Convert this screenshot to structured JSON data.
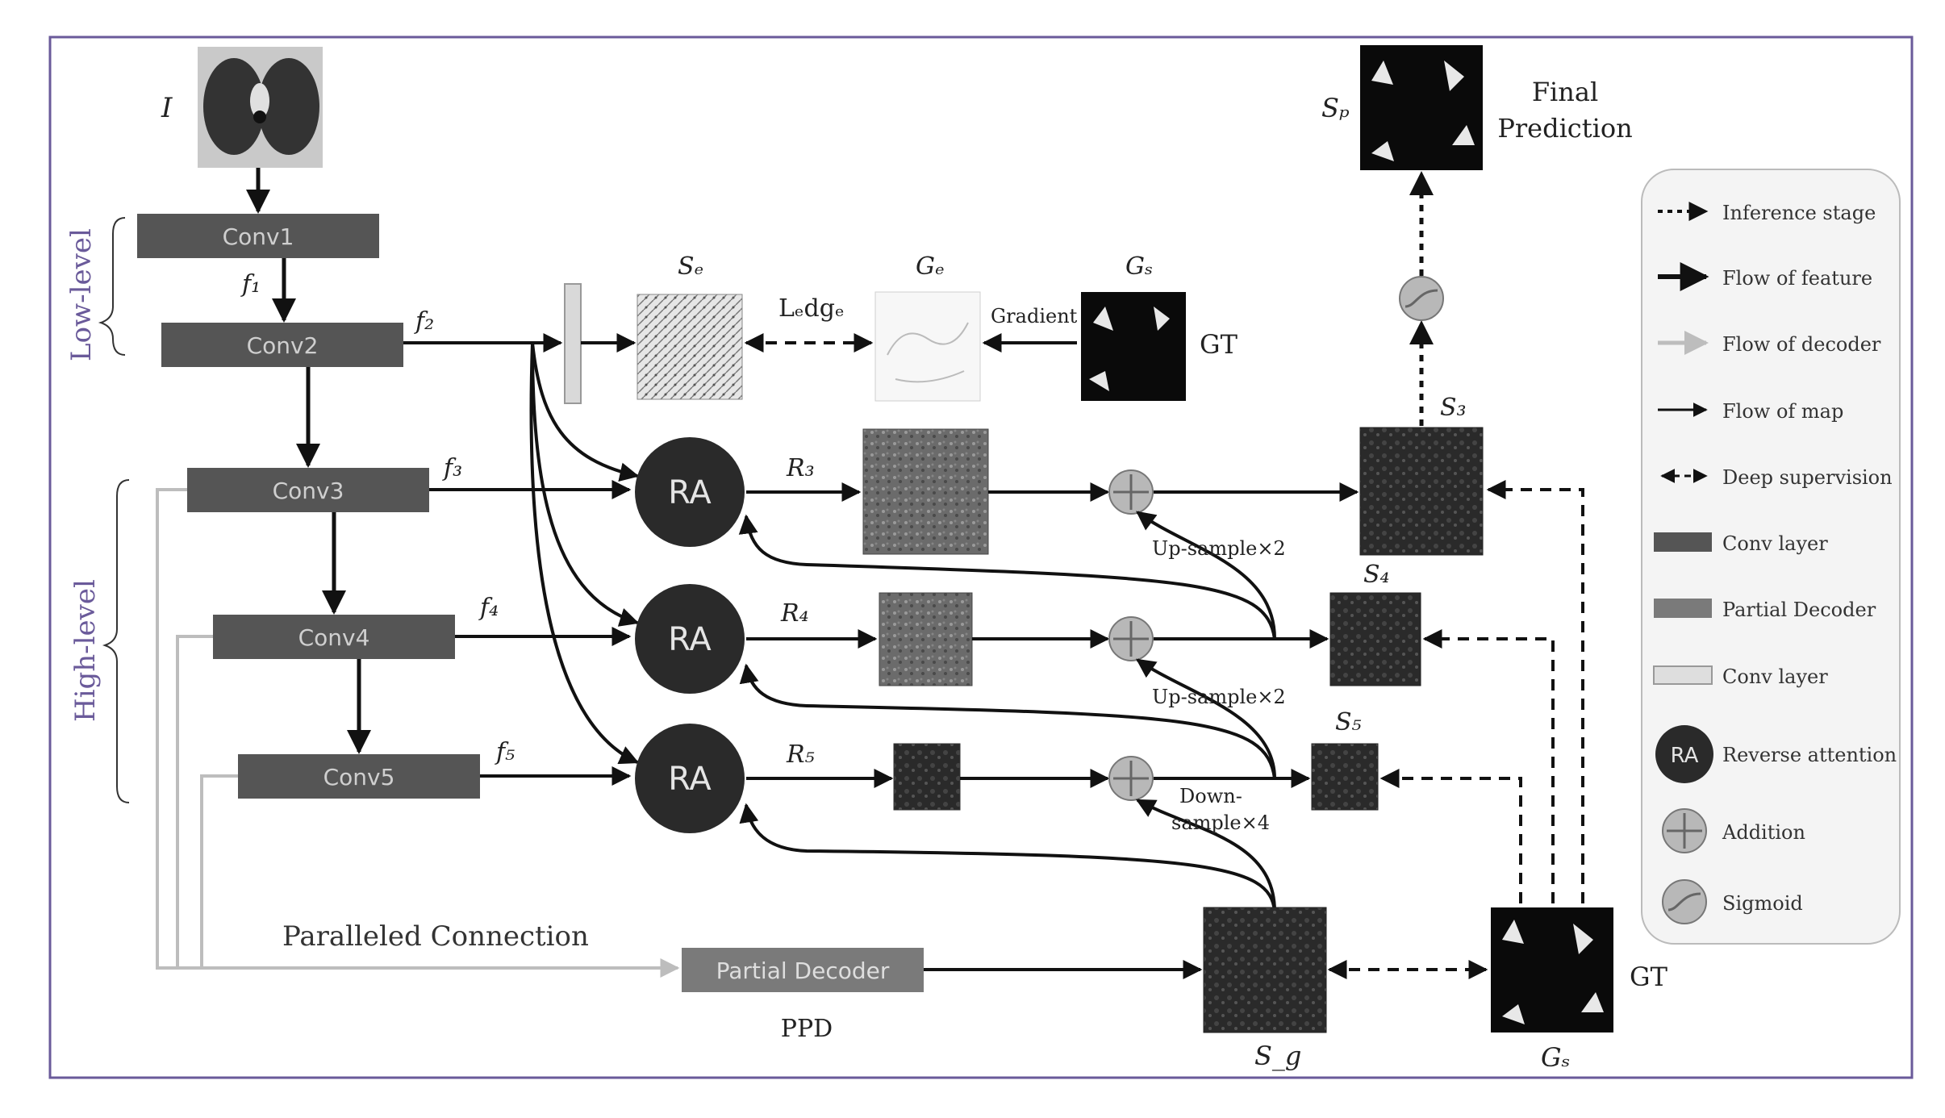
{
  "blocks": {
    "conv1": "Conv1",
    "conv2": "Conv2",
    "conv3": "Conv3",
    "conv4": "Conv4",
    "conv5": "Conv5",
    "partial_decoder": "Partial Decoder",
    "ra": "RA"
  },
  "labels": {
    "input": "I",
    "low_level": "Low-level",
    "high_level": "High-level",
    "f1": "f₁",
    "f2": "f₂",
    "f3": "f₃",
    "f4": "f₄",
    "f5": "f₅",
    "se": "Sₑ",
    "ge": "Gₑ",
    "gs_top": "Gₛ",
    "gs_bottom": "Gₛ",
    "ledge": "Lₑdgₑ",
    "gradient": "Gradient",
    "gt_top": "GT",
    "gt_bottom": "GT",
    "r3": "R₃",
    "r4": "R₄",
    "r5": "R₅",
    "s3": "S₃",
    "s4": "S₄",
    "s5": "S₅",
    "sg": "S_g",
    "sp": "Sₚ",
    "final_prediction_1": "Final",
    "final_prediction_2": "Prediction",
    "upsample_2a": "Up-sample×2",
    "upsample_2b": "Up-sample×2",
    "down_sample_1": "Down-",
    "down_sample_2": "sample×4",
    "paralleled_connection": "Paralleled Connection",
    "ppd": "PPD"
  },
  "legend": {
    "items": [
      "Inference stage",
      "Flow of feature",
      "Flow of decoder",
      "Flow of map",
      "Deep supervision",
      "Conv layer",
      "Partial Decoder",
      "Conv layer",
      "Reverse attention",
      "Addition",
      "Sigmoid"
    ],
    "ra_symbol": "RA"
  },
  "colors": {
    "frame": "#6a5a9a",
    "conv_block": "#555555",
    "decoder_block": "#7a7a7a",
    "ra_circle": "#2a2a2a",
    "decoder_line": "#bdbdbd",
    "adder": "#b8b8b8"
  }
}
